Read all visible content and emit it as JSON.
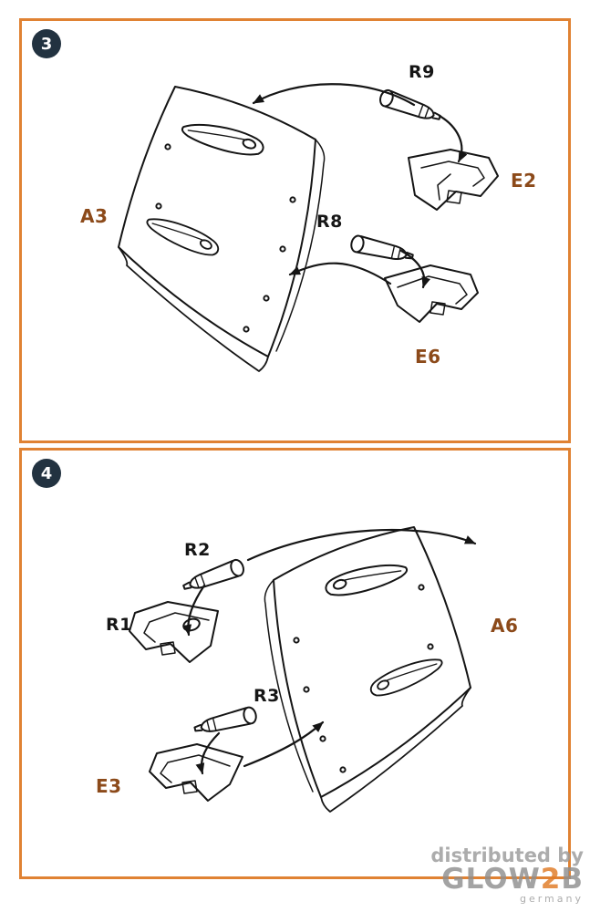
{
  "colors": {
    "frame": "#E08233",
    "part_accent": "#8C4A1A",
    "line": "#161616",
    "badge_bg": "#223240",
    "badge_text": "#ffffff",
    "watermark_gray": "#9b9b9b",
    "watermark_orange": "#E07B26"
  },
  "steps": [
    {
      "number": "3",
      "labels": {
        "main": "A3",
        "pin_top": "R9",
        "bracket_top": "E2",
        "pin_bottom": "R8",
        "bracket_bottom": "E6"
      }
    },
    {
      "number": "4",
      "labels": {
        "main": "A6",
        "pin_top": "R2",
        "bracket_top": "R1",
        "pin_bottom": "R3",
        "bracket_bottom": "E3"
      }
    }
  ],
  "watermark": {
    "line1": "distributed by",
    "brand_pre": "GLOW",
    "brand_accent": "2",
    "brand_post": "B",
    "country": "germany"
  }
}
